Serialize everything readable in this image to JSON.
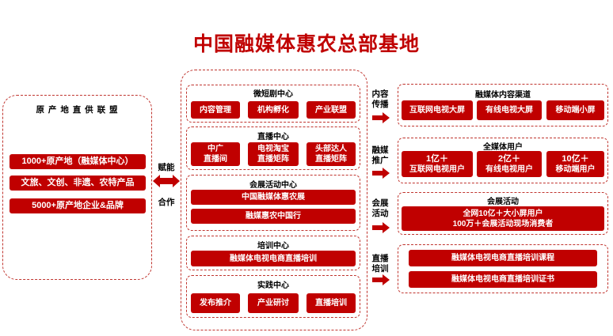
{
  "title": "中国融媒体惠农总部基地",
  "left_panel": {
    "heading": "原 产 地 直 供 联 盟",
    "items": [
      "1000+原产地（融媒体中心）",
      "文旅、文创、非遗、农特产品",
      "5000+原产地企业&品牌"
    ]
  },
  "connector": {
    "top": "赋能",
    "bottom": "合作"
  },
  "centers": {
    "micro_drama": {
      "title": "微短剧中心",
      "items": [
        "内容管理",
        "机构孵化",
        "产业联盟"
      ]
    },
    "live": {
      "title": "直播中心",
      "items": [
        [
          "中广",
          "直播间"
        ],
        [
          "电视淘宝",
          "直播矩阵"
        ],
        [
          "头部达人",
          "直播矩阵"
        ]
      ]
    },
    "event": {
      "title": "会展活动中心",
      "items": [
        "中国融媒体惠农展",
        "融媒惠农中国行"
      ]
    },
    "training": {
      "title": "培训中心",
      "items": [
        "融媒体电视电商直播培训"
      ]
    },
    "practice": {
      "title": "实践中心",
      "items": [
        "发布推介",
        "产业研讨",
        "直播培训"
      ]
    }
  },
  "right_labels": [
    [
      "内容",
      "传播"
    ],
    [
      "融媒",
      "推广"
    ],
    [
      "会展",
      "活动"
    ],
    [
      "直播",
      "培训"
    ]
  ],
  "right_boxes": {
    "channels": {
      "title": "融媒体内容渠道",
      "items": [
        "互联网电视大屏",
        "有线电视大屏",
        "移动端小屏"
      ]
    },
    "users": {
      "title": "全媒体用户",
      "items": [
        [
          "1亿＋",
          "互联网电视用户"
        ],
        [
          "2亿＋",
          "有线电视用户"
        ],
        [
          "10亿＋",
          "移动端用户"
        ]
      ]
    },
    "events": {
      "title": "会展活动",
      "lines": [
        "全网10亿＋大小屏用户",
        "100万＋会展活动现场消费者"
      ]
    },
    "training": {
      "items": [
        "融媒体电视电商直播培训课程",
        "融媒体电视电商直播培训证书"
      ]
    }
  },
  "colors": {
    "red": "#c00000",
    "dash": "#c0352f"
  }
}
